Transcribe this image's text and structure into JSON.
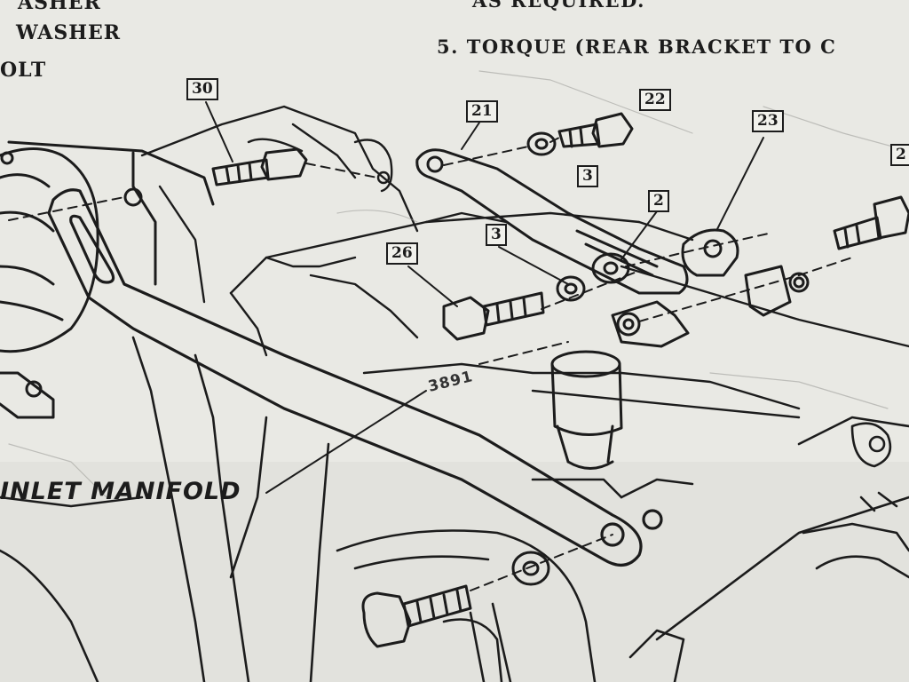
{
  "notes": {
    "top_left_partial": "ASHER",
    "washer": "WASHER",
    "bolt_partial": "OLT",
    "as_required": "AS REQUIRED.",
    "torque_note": "5. TORQUE (REAR BRACKET TO C"
  },
  "callouts": {
    "c30": "30",
    "c21": "21",
    "c22": "22",
    "c23": "23",
    "c3a": "3",
    "c2": "2",
    "c3b": "3",
    "c26": "26",
    "c2_right": "2"
  },
  "labels": {
    "inlet_manifold": "INLET MANIFOLD",
    "part_stamp": "3891"
  },
  "colors": {
    "paper": "#e9e9e4",
    "ink": "#1c1c1c"
  }
}
